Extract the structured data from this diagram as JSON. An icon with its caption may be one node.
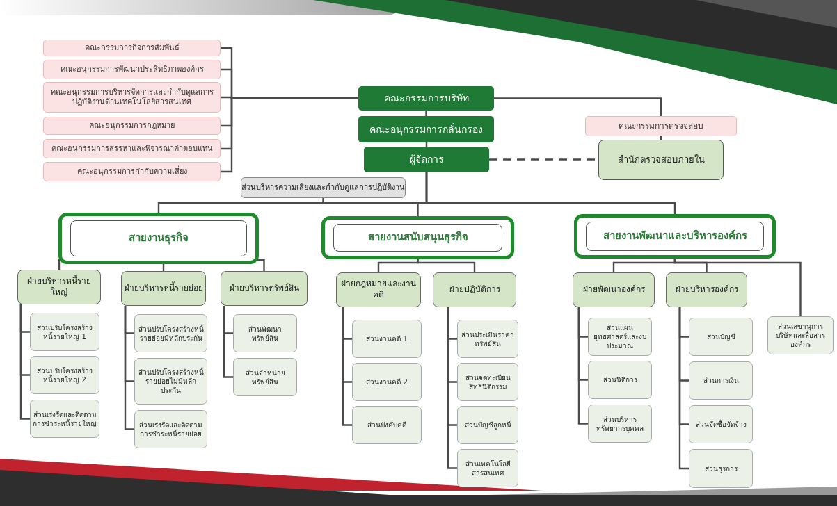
{
  "diagram": {
    "nodes": [
      {
        "text": [
          "คณะกรรมการกิจการสัมพันธ์"
        ]
      },
      {
        "text": [
          "คณะอนุกรรมการพัฒนาประสิทธิภาพองค์กร"
        ]
      },
      {
        "text": [
          "คณะอนุกรรมการบริหารจัดการและกำกับดูแลการปฏิบัติงานด้านเทคโนโลยีสารสนเทศ"
        ]
      },
      {
        "text": [
          "คณะอนุกรรมการกฎหมาย"
        ]
      },
      {
        "text": [
          "คณะอนุกรรมการสรรหาและพิจารณาค่าตอบแทน"
        ]
      },
      {
        "text": [
          "คณะอนุกรรมการกำกับความเสี่ยง"
        ]
      },
      {
        "text": [
          "คณะกรรมการบริษัท"
        ]
      },
      {
        "text": [
          "คณะอนุกรรมการกลั่นกรอง"
        ]
      },
      {
        "text": [
          "ผู้จัดการ"
        ]
      },
      {
        "text": [
          "คณะกรรมการตรวจสอบ"
        ]
      },
      {
        "text": [
          "สำนักตรวจสอบภายใน"
        ]
      },
      {
        "text": [
          "ส่วนบริหารความเสี่ยงและกำกับดูแลการปฏิบัติงาน"
        ]
      },
      {
        "text": [
          "สายงานธุรกิจ"
        ]
      },
      {
        "text": [
          "สายงานสนับสนุนธุรกิจ"
        ]
      },
      {
        "text": [
          "สายงานพัฒนาและบริหารองค์กร"
        ]
      },
      {
        "text": [
          "ฝ่ายบริหารหนี้รายใหญ่"
        ]
      },
      {
        "text": [
          "ส่วนปรับโครงสร้างหนี้รายใหญ่ 1"
        ]
      },
      {
        "text": [
          "ส่วนปรับโครงสร้างหนี้รายใหญ่ 2"
        ]
      },
      {
        "text": [
          "ส่วนเร่งรัดและติดตามการชำระหนี้รายใหญ่"
        ]
      },
      {
        "text": [
          "ฝ่ายบริหารหนี้รายย่อย"
        ]
      },
      {
        "text": [
          "ส่วนปรับโครงสร้างหนี้รายย่อยมีหลักประกัน"
        ]
      },
      {
        "text": [
          "ส่วนปรับโครงสร้างหนี้รายย่อยไม่มีหลักประกัน"
        ]
      },
      {
        "text": [
          "ส่วนเร่งรัดและติดตามการชำระหนี้รายย่อย"
        ]
      },
      {
        "text": [
          "ฝ่ายบริหารทรัพย์สิน"
        ]
      },
      {
        "text": [
          "ส่วนพัฒนาทรัพย์สิน"
        ]
      },
      {
        "text": [
          "ส่วนจำหน่ายทรัพย์สิน"
        ]
      },
      {
        "text": [
          "ฝ่ายกฎหมายและงานคดี"
        ]
      },
      {
        "text": [
          "ส่วนงานคดี 1"
        ]
      },
      {
        "text": [
          "ส่วนงานคดี 2"
        ]
      },
      {
        "text": [
          "ส่วนบังคับคดี"
        ]
      },
      {
        "text": [
          "ฝ่ายปฏิบัติการ"
        ]
      },
      {
        "text": [
          "ส่วนประเมินราคาทรัพย์สิน"
        ]
      },
      {
        "text": [
          "ส่วนจดทะเบียนสิทธินิติกรรม"
        ]
      },
      {
        "text": [
          "ส่วนบัญชีลูกหนี้"
        ]
      },
      {
        "text": [
          "ส่วนเทคโนโลยีสารสนเทศ"
        ]
      },
      {
        "text": [
          "ฝ่ายพัฒนาองค์กร"
        ]
      },
      {
        "text": [
          "ส่วนแผนยุทธศาสตร์และงบประมาณ"
        ]
      },
      {
        "text": [
          "ส่วนนิติการ"
        ]
      },
      {
        "text": [
          "ส่วนบริหารทรัพยากรบุคคล"
        ]
      },
      {
        "text": [
          "ฝ่ายบริหารองค์กร"
        ]
      },
      {
        "text": [
          "ส่วนบัญชี"
        ]
      },
      {
        "text": [
          "ส่วนการเงิน"
        ]
      },
      {
        "text": [
          "ส่วนจัดซื้อจัดจ้าง"
        ]
      },
      {
        "text": [
          "ส่วนธุรการ"
        ]
      },
      {
        "text": [
          "ส่วนเลขานุการบริษัทและสื่อสารองค์กร"
        ]
      }
    ],
    "edges": [
      {
        "from": 6,
        "to": 0,
        "arrow": "none"
      },
      {
        "from": 6,
        "to": 1,
        "arrow": "none"
      },
      {
        "from": 6,
        "to": 2,
        "arrow": "none"
      },
      {
        "from": 6,
        "to": 3,
        "arrow": "none"
      },
      {
        "from": 6,
        "to": 4,
        "arrow": "none"
      },
      {
        "from": 6,
        "to": 5,
        "arrow": "none"
      },
      {
        "from": 6,
        "to": 7,
        "arrow": "none"
      },
      {
        "from": 7,
        "to": 8,
        "arrow": "none"
      },
      {
        "from": 6,
        "to": 9,
        "arrow": "none"
      },
      {
        "from": 9,
        "to": 10,
        "arrow": "none"
      },
      {
        "from": 8,
        "to": 10,
        "arrow": "none",
        "style": "dashed"
      },
      {
        "from": 8,
        "to": 11,
        "arrow": "none"
      },
      {
        "from": 8,
        "to": 12,
        "arrow": "none"
      },
      {
        "from": 8,
        "to": 13,
        "arrow": "none"
      },
      {
        "from": 8,
        "to": 14,
        "arrow": "none"
      },
      {
        "from": 12,
        "to": 15,
        "arrow": "none"
      },
      {
        "from": 12,
        "to": 19,
        "arrow": "none"
      },
      {
        "from": 12,
        "to": 23,
        "arrow": "none"
      },
      {
        "from": 15,
        "to": 16,
        "arrow": "none"
      },
      {
        "from": 15,
        "to": 17,
        "arrow": "none"
      },
      {
        "from": 15,
        "to": 18,
        "arrow": "none"
      },
      {
        "from": 19,
        "to": 20,
        "arrow": "none"
      },
      {
        "from": 19,
        "to": 21,
        "arrow": "none"
      },
      {
        "from": 19,
        "to": 22,
        "arrow": "none"
      },
      {
        "from": 23,
        "to": 24,
        "arrow": "none"
      },
      {
        "from": 23,
        "to": 25,
        "arrow": "none"
      },
      {
        "from": 13,
        "to": 26,
        "arrow": "none"
      },
      {
        "from": 13,
        "to": 30,
        "arrow": "none"
      },
      {
        "from": 26,
        "to": 27,
        "arrow": "none"
      },
      {
        "from": 26,
        "to": 28,
        "arrow": "none"
      },
      {
        "from": 26,
        "to": 29,
        "arrow": "none"
      },
      {
        "from": 30,
        "to": 31,
        "arrow": "none"
      },
      {
        "from": 30,
        "to": 32,
        "arrow": "none"
      },
      {
        "from": 30,
        "to": 33,
        "arrow": "none"
      },
      {
        "from": 30,
        "to": 34,
        "arrow": "none"
      },
      {
        "from": 14,
        "to": 35,
        "arrow": "none"
      },
      {
        "from": 14,
        "to": 39,
        "arrow": "none"
      },
      {
        "from": 14,
        "to": 44,
        "arrow": "none"
      },
      {
        "from": 35,
        "to": 36,
        "arrow": "none"
      },
      {
        "from": 35,
        "to": 37,
        "arrow": "none"
      },
      {
        "from": 35,
        "to": 38,
        "arrow": "none"
      },
      {
        "from": 39,
        "to": 40,
        "arrow": "none"
      },
      {
        "from": 39,
        "to": 41,
        "arrow": "none"
      },
      {
        "from": 39,
        "to": 42,
        "arrow": "none"
      },
      {
        "from": 39,
        "to": 43,
        "arrow": "none"
      }
    ]
  }
}
